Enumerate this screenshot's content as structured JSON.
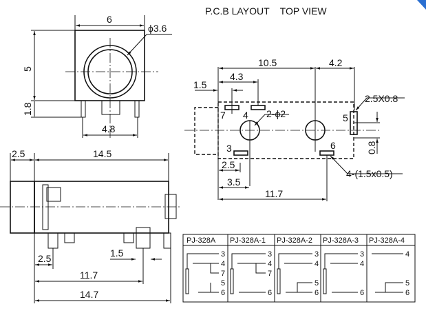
{
  "title": "P.C.B LAYOUT    TOP VIEW",
  "front_view": {
    "width": "6",
    "diameter": "ϕ3.6",
    "height": "5",
    "pin_height": "1.8",
    "pin_span": "4.8"
  },
  "side_view": {
    "front": "2.5",
    "body": "14.5",
    "pin1": "2.5",
    "pin2": "1.5",
    "pin_span": "11.7",
    "total": "14.7"
  },
  "pcb": {
    "d10_5": "10.5",
    "d4_2": "4.2",
    "d4_3": "4.3",
    "d1_5": "1.5",
    "pad5_size": "2.5X0.8",
    "holes": "2-ϕ2",
    "pads": "4-(1.5x0.5)",
    "d0_8": "0.8",
    "d2_5": "2.5",
    "d3_5": "3.5",
    "d11_7": "11.7",
    "pin7": "7",
    "pin4": "4",
    "pin5": "5",
    "pin3": "3",
    "pin6": "6"
  },
  "variants": {
    "headers": [
      "PJ-328A",
      "PJ-328A-1",
      "PJ-328A-2",
      "PJ-328A-3",
      "PJ-328A-4"
    ],
    "pins": [
      [
        "3",
        "4",
        "7",
        "5",
        "6"
      ],
      [
        "3",
        "4",
        "7",
        "6"
      ],
      [
        "3",
        "4",
        "5",
        "6"
      ],
      [
        "3",
        "4",
        "6"
      ],
      [
        "4",
        "5",
        "6"
      ]
    ]
  },
  "accent_color": "#2a6fd1"
}
